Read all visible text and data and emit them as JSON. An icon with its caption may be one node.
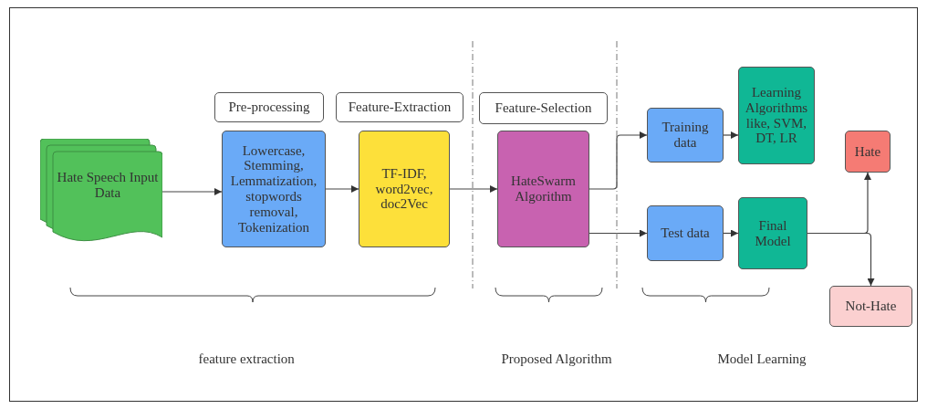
{
  "diagram": {
    "nodes": [
      {
        "text": [
          "Hate Speech Input Data"
        ]
      },
      {
        "text": [
          "Pre-processing"
        ]
      },
      {
        "text": [
          "Lowercase, Stemming, Lemmatization, stopwords removal, Tokenization"
        ]
      },
      {
        "text": [
          "Feature-Extraction"
        ]
      },
      {
        "text": [
          "TF-IDF, word2vec, doc2Vec"
        ]
      },
      {
        "text": [
          "Feature-Selection"
        ]
      },
      {
        "text": [
          "HateSwarm Algorithm"
        ]
      },
      {
        "text": [
          "Training data"
        ]
      },
      {
        "text": [
          "Learning Algorithms like, SVM, DT, LR"
        ]
      },
      {
        "text": [
          "Test data"
        ]
      },
      {
        "text": [
          "Final Model"
        ]
      },
      {
        "text": [
          "Hate"
        ]
      },
      {
        "text": [
          "Not-Hate"
        ]
      }
    ],
    "edges": [
      {
        "from": 0,
        "to": 2,
        "arrow": "to"
      },
      {
        "from": 2,
        "to": 4,
        "arrow": "to"
      },
      {
        "from": 4,
        "to": 6,
        "arrow": "to"
      },
      {
        "from": 6,
        "to": 7,
        "arrow": "to"
      },
      {
        "from": 6,
        "to": 9,
        "arrow": "to"
      },
      {
        "from": 7,
        "to": 8,
        "arrow": "to"
      },
      {
        "from": 9,
        "to": 10,
        "arrow": "to"
      },
      {
        "from": 10,
        "to": 11,
        "arrow": "to"
      },
      {
        "from": 10,
        "to": 12,
        "arrow": "to"
      }
    ],
    "labels": [
      "feature extraction",
      "Proposed Algorithm",
      "Model Learning"
    ]
  }
}
